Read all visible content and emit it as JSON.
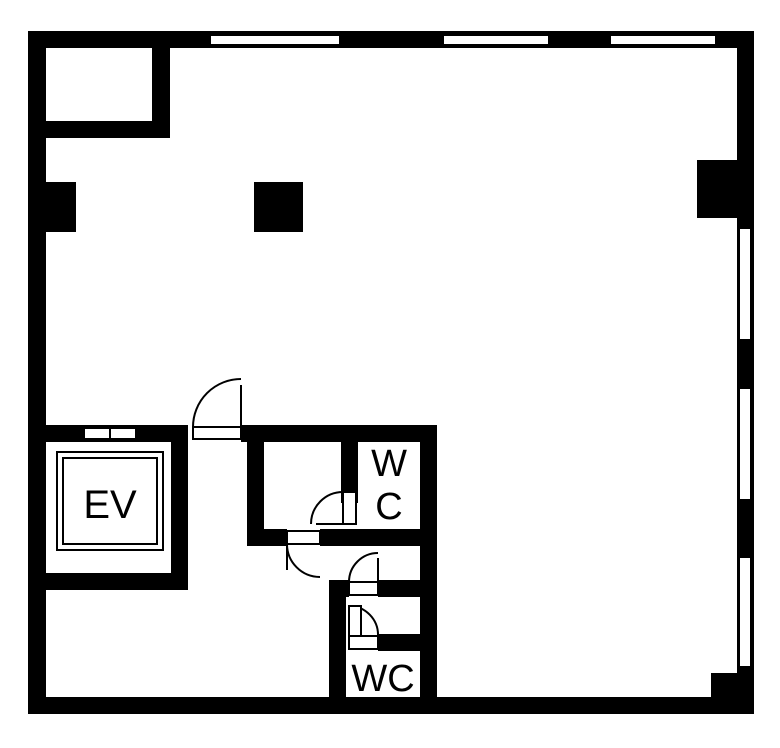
{
  "labels": {
    "elevator": "EV",
    "wc_upper_line1": "W",
    "wc_upper_line2": "C",
    "wc_lower": "WC"
  },
  "colors": {
    "wall": "#000000",
    "background": "#ffffff"
  }
}
